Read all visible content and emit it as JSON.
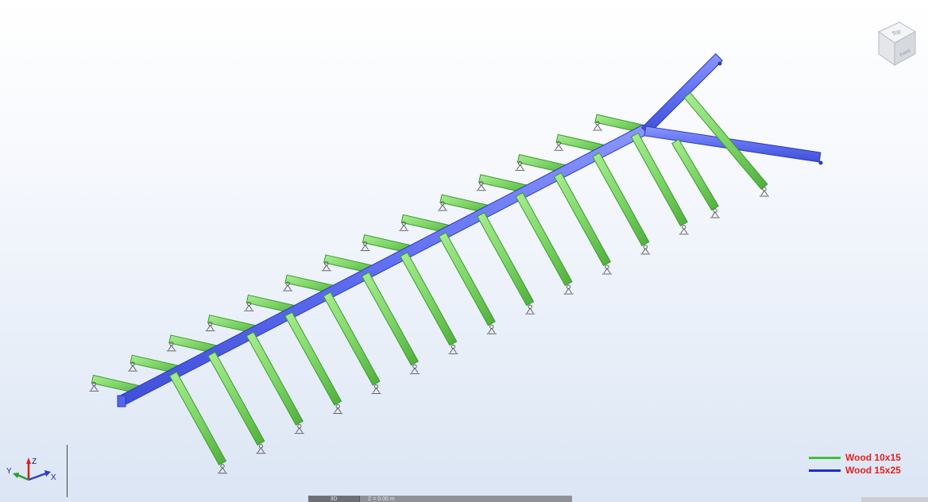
{
  "viewport": {
    "background_top": "#ffffff",
    "background_bottom": "#dbe5f4"
  },
  "view_cube": {
    "face_label": "Top",
    "side_label": "Front",
    "icon": "view-cube-icon"
  },
  "axis_triad": {
    "x_label": "X",
    "y_label": "Y",
    "z_label": "Z",
    "x_color": "#2b3fcf",
    "y_color": "#2a9a2a",
    "z_color": "#d21f1f"
  },
  "legend": {
    "items": [
      {
        "label": "Wood  10x15",
        "color": "#44c035"
      },
      {
        "label": "Wood  15x25",
        "color": "#1c2ec4"
      }
    ]
  },
  "members": {
    "beam_color": "#6070f0",
    "beam_edge_color": "#2b3bb8",
    "joist_color": "#7fd668",
    "joist_edge_color": "#3c9a2c",
    "joist_count": 15
  },
  "status_bar": {
    "view_mode": "3D",
    "coordinate": "Z = 0.00 m"
  }
}
